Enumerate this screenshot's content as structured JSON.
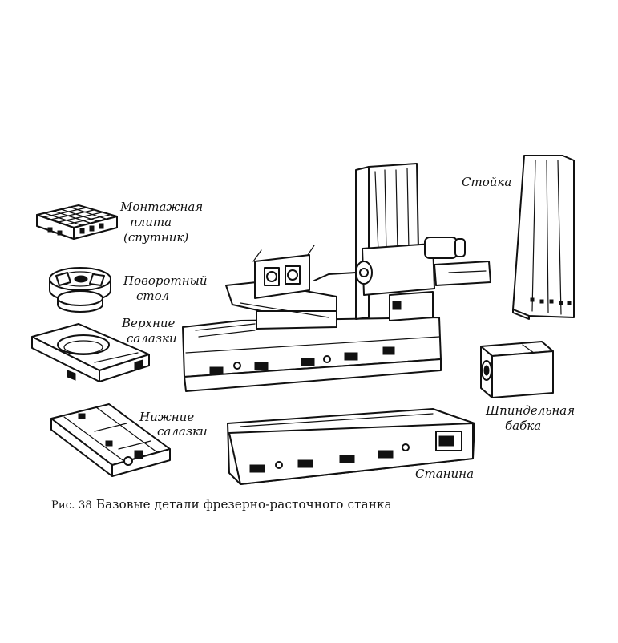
{
  "labels": {
    "mounting_plate": [
      "Монтажная",
      "плита",
      "(спутник)"
    ],
    "rotary_table": [
      "Поворотный",
      "стол"
    ],
    "upper_slide": [
      "Верхние",
      "салазки"
    ],
    "lower_slide": [
      "Нижние",
      "салазки"
    ],
    "column": [
      "Стойка"
    ],
    "spindle_head": [
      "Шпиндельная",
      "бабка"
    ],
    "bed": [
      "Станина"
    ]
  },
  "caption": {
    "prefix": "Рис. 38",
    "text": "Базовые детали фрезерно-расточного станка"
  }
}
